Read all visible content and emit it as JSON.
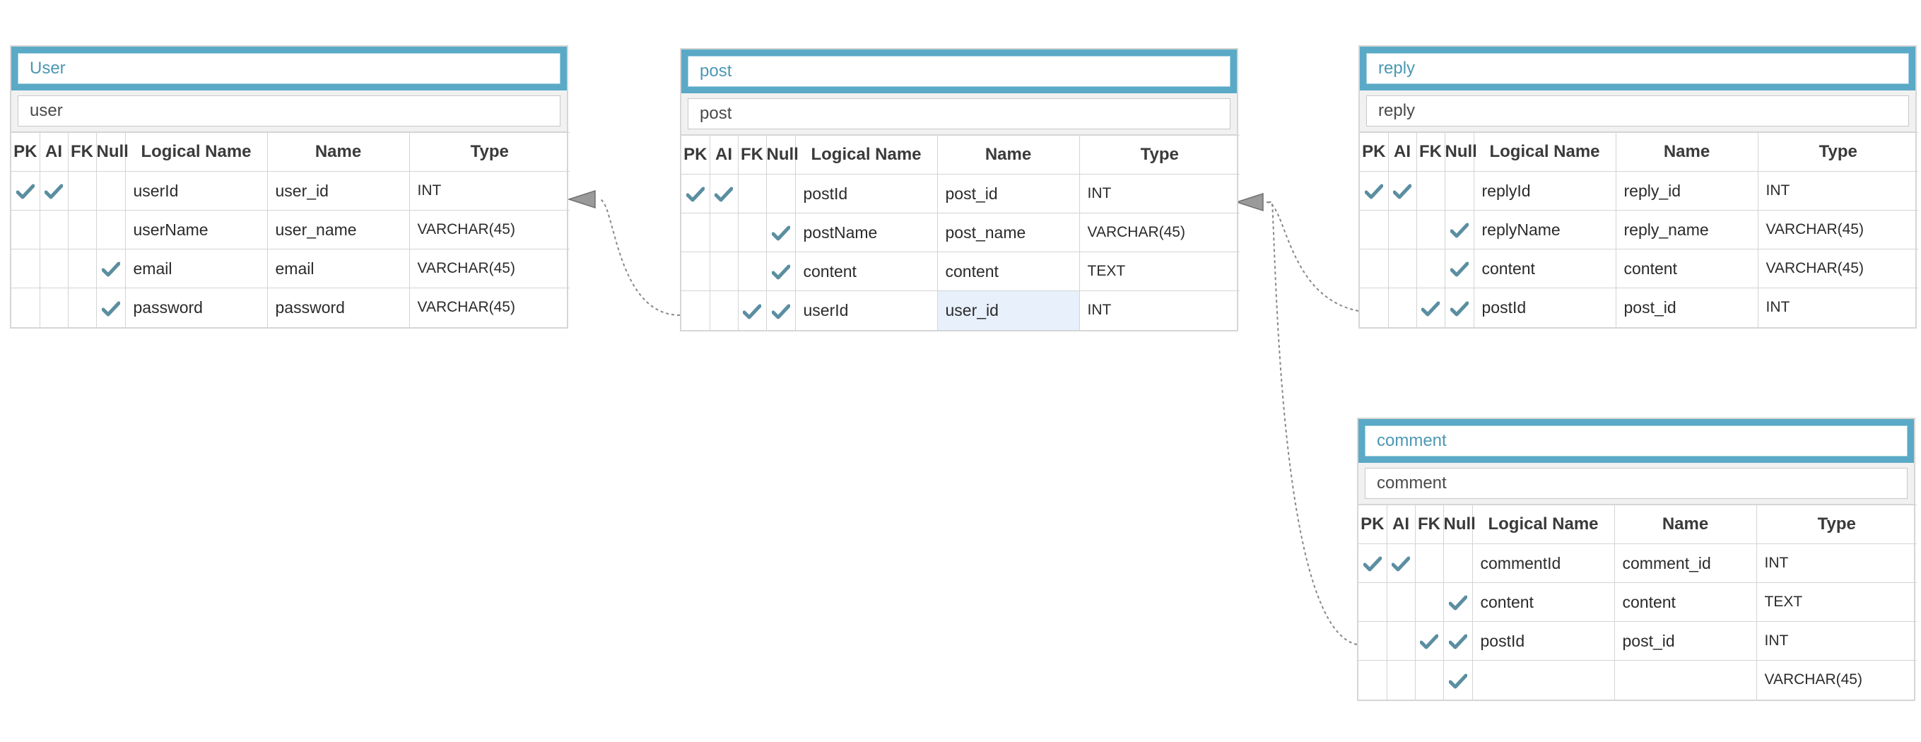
{
  "colors": {
    "header": "#5aa9c6",
    "title_text": "#4c98b4",
    "check": "#5b8ea1",
    "connector": "#888888",
    "arrow": "#8a8a8a"
  },
  "icons": {
    "check": "checkmark-icon",
    "arrow": "arrowhead-icon"
  },
  "column_headers": {
    "pk": "PK",
    "ai": "AI",
    "fk": "FK",
    "null": "Null",
    "logical": "Logical Name",
    "name": "Name",
    "type": "Type"
  },
  "entities": {
    "user": {
      "title": "User",
      "name": "user",
      "rows": [
        {
          "pk": true,
          "ai": true,
          "fk": false,
          "null": false,
          "logical": "userId",
          "name": "user_id",
          "type": "INT"
        },
        {
          "pk": false,
          "ai": false,
          "fk": false,
          "null": false,
          "logical": "userName",
          "name": "user_name",
          "type": "VARCHAR(45)"
        },
        {
          "pk": false,
          "ai": false,
          "fk": false,
          "null": true,
          "logical": "email",
          "name": "email",
          "type": "VARCHAR(45)"
        },
        {
          "pk": false,
          "ai": false,
          "fk": false,
          "null": true,
          "logical": "password",
          "name": "password",
          "type": "VARCHAR(45)"
        }
      ]
    },
    "post": {
      "title": "post",
      "name": "post",
      "rows": [
        {
          "pk": true,
          "ai": true,
          "fk": false,
          "null": false,
          "logical": "postId",
          "name": "post_id",
          "type": "INT"
        },
        {
          "pk": false,
          "ai": false,
          "fk": false,
          "null": true,
          "logical": "postName",
          "name": "post_name",
          "type": "VARCHAR(45)"
        },
        {
          "pk": false,
          "ai": false,
          "fk": false,
          "null": true,
          "logical": "content",
          "name": "content",
          "type": "TEXT"
        },
        {
          "pk": false,
          "ai": false,
          "fk": true,
          "null": true,
          "logical": "userId",
          "name": "user_id",
          "type": "INT",
          "selected_name": true
        }
      ]
    },
    "reply": {
      "title": "reply",
      "name": "reply",
      "rows": [
        {
          "pk": true,
          "ai": true,
          "fk": false,
          "null": false,
          "logical": "replyId",
          "name": "reply_id",
          "type": "INT"
        },
        {
          "pk": false,
          "ai": false,
          "fk": false,
          "null": true,
          "logical": "replyName",
          "name": "reply_name",
          "type": "VARCHAR(45)"
        },
        {
          "pk": false,
          "ai": false,
          "fk": false,
          "null": true,
          "logical": "content",
          "name": "content",
          "type": "VARCHAR(45)"
        },
        {
          "pk": false,
          "ai": false,
          "fk": true,
          "null": true,
          "logical": "postId",
          "name": "post_id",
          "type": "INT"
        }
      ]
    },
    "comment": {
      "title": "comment",
      "name": "comment",
      "rows": [
        {
          "pk": true,
          "ai": true,
          "fk": false,
          "null": false,
          "logical": "commentId",
          "name": "comment_id",
          "type": "INT"
        },
        {
          "pk": false,
          "ai": false,
          "fk": false,
          "null": true,
          "logical": "content",
          "name": "content",
          "type": "TEXT"
        },
        {
          "pk": false,
          "ai": false,
          "fk": true,
          "null": true,
          "logical": "postId",
          "name": "post_id",
          "type": "INT"
        },
        {
          "pk": false,
          "ai": false,
          "fk": false,
          "null": true,
          "logical": "",
          "name": "",
          "type": "VARCHAR(45)"
        }
      ]
    }
  },
  "relations": [
    {
      "from": "post.userId",
      "to": "User.userId"
    },
    {
      "from": "reply.postId",
      "to": "post.postId"
    },
    {
      "from": "comment.postId",
      "to": "post.postId"
    }
  ]
}
